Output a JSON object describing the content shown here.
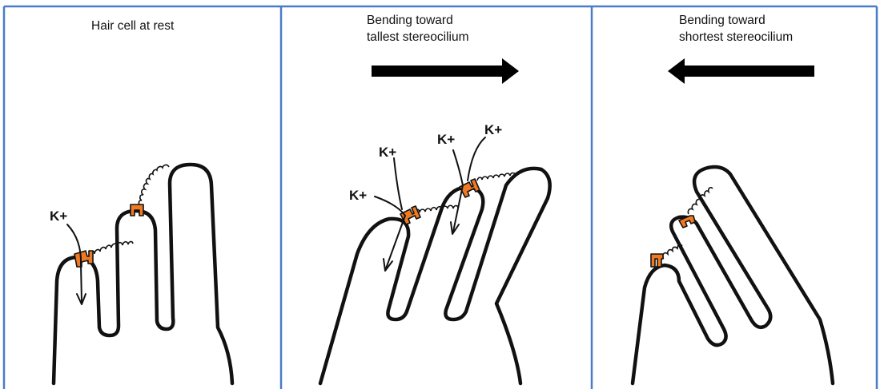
{
  "panels": [
    {
      "id": "rest",
      "title_lines": [
        "Hair cell at rest"
      ],
      "arrow": "none",
      "ion_labels": [
        "K+"
      ]
    },
    {
      "id": "tallest",
      "title_lines": [
        "Bending toward",
        "tallest stereocilium"
      ],
      "arrow": "right",
      "ion_labels": [
        "K+",
        "K+",
        "K+",
        "K+"
      ]
    },
    {
      "id": "shortest",
      "title_lines": [
        "Bending toward",
        "shortest stereocilium"
      ],
      "arrow": "left",
      "ion_labels": []
    }
  ],
  "colors": {
    "border": "#4a7cc7",
    "ink": "#111111",
    "channel": "#f07a22"
  }
}
